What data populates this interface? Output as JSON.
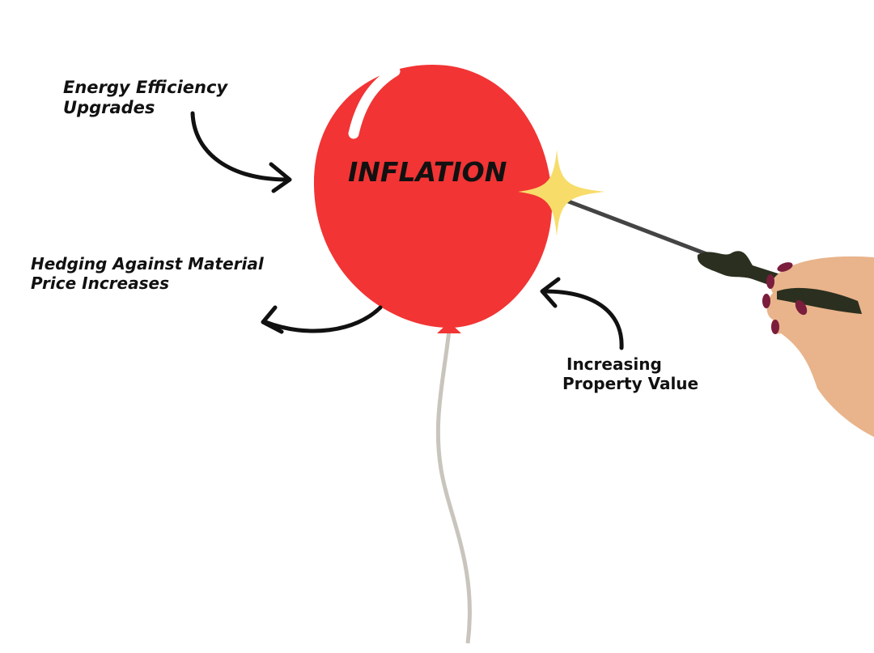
{
  "title": "INFLATION",
  "labels": {
    "energy": [
      "Energy Efficiency",
      "Upgrades"
    ],
    "hedging": [
      "Hedging Against Material",
      "Price Increases"
    ],
    "property": [
      "Increasing",
      "Property Value"
    ]
  },
  "colors": {
    "balloon": "#f23434",
    "string": "#c9c5bd",
    "sparkle": "#f7dc6a",
    "handle": "#2b2f1f",
    "skin": "#e9b48b",
    "nails": "#7b1d3c"
  }
}
